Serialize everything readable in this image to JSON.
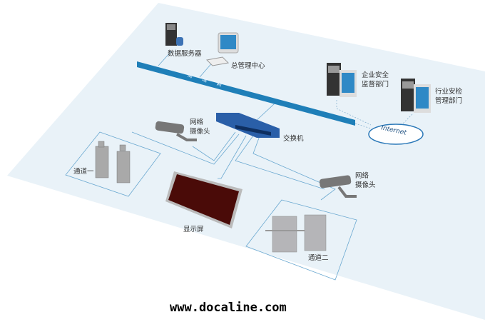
{
  "diagram": {
    "lan_label": "局 域 网",
    "nodes": {
      "data_server": "数据服务器",
      "main_center": "总管理中心",
      "enterprise_safety": "企业安全\n监督部门",
      "industry_safety": "行业安检\n管理部门",
      "internet": "Internet",
      "camera_1": "网络\n摄像头",
      "switch": "交换机",
      "channel_1": "通道一",
      "display": "显示屏",
      "camera_2": "网络\n摄像头",
      "channel_2": "通道二"
    },
    "colors": {
      "platform": "#eaf3f9",
      "lan_bar": "#1f7fb8",
      "line": "#6aa8d0"
    }
  },
  "watermark": "www.docaline.com"
}
